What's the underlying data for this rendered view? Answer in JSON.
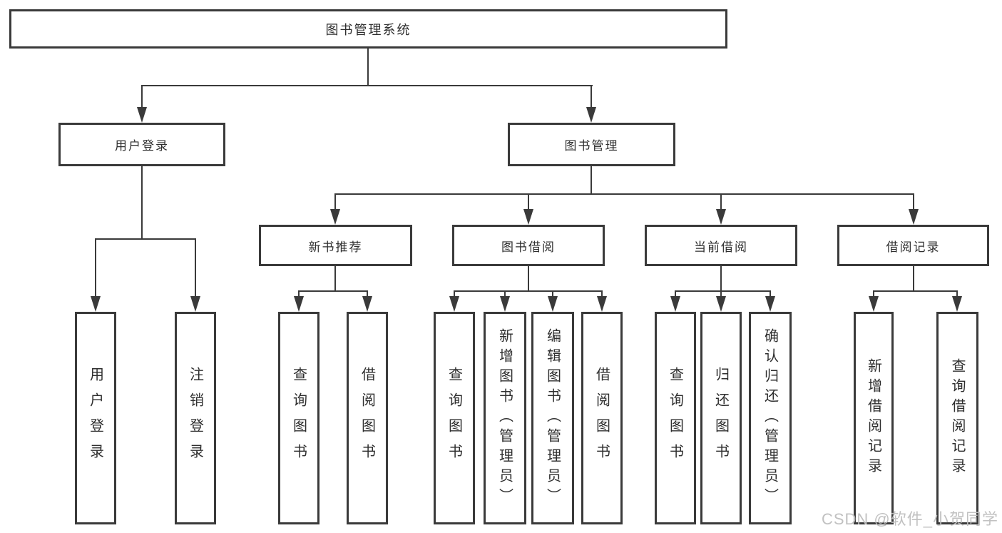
{
  "diagram": {
    "title": "图书管理系统",
    "nodes": {
      "root": "图书管理系统",
      "l2": [
        "用户登录",
        "图书管理"
      ],
      "l3": [
        "新书推荐",
        "图书借阅",
        "当前借阅",
        "借阅记录"
      ],
      "leaf_user": [
        "用户登录",
        "注销登录"
      ],
      "leaf_newbook": [
        "查询图书",
        "借阅图书"
      ],
      "leaf_borrow": [
        "查询图书",
        "新增图书（管理员）",
        "编辑图书（管理员）",
        "借阅图书"
      ],
      "leaf_current": [
        "查询图书",
        "归还图书",
        "确认归还（管理员）"
      ],
      "leaf_record": [
        "新增借阅记录",
        "查询借阅记录"
      ]
    },
    "colors": {
      "line": "#3a3a3a",
      "box_border": "#3a3a3a",
      "box_fill": "#ffffff",
      "text": "#2e2e2e",
      "watermark": "#bebebe"
    }
  },
  "watermark": {
    "text": "CSDN @软件_小贺同学"
  }
}
